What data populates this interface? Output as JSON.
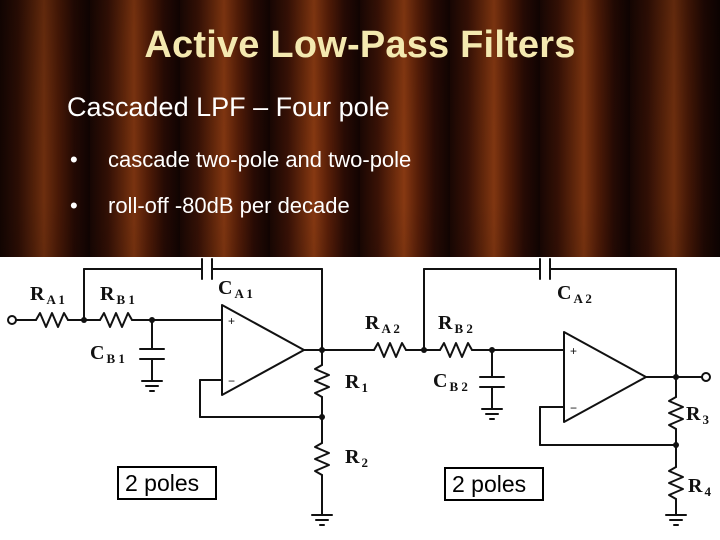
{
  "slide": {
    "title": "Active Low-Pass Filters",
    "subtitle": "Cascaded LPF – Four pole",
    "bullets": [
      "cascade two-pole and two-pole",
      "roll-off -80dB per decade"
    ],
    "bullet_symbol": "•"
  },
  "diagram": {
    "components": {
      "RA1": {
        "main": "R",
        "sub": "A 1"
      },
      "RB1": {
        "main": "R",
        "sub": "B 1"
      },
      "CA1": {
        "main": "C",
        "sub": "A 1"
      },
      "CB1": {
        "main": "C",
        "sub": "B 1"
      },
      "RA2": {
        "main": "R",
        "sub": "A 2"
      },
      "RB2": {
        "main": "R",
        "sub": "B 2"
      },
      "CA2": {
        "main": "C",
        "sub": "A 2"
      },
      "CB2": {
        "main": "C",
        "sub": "B 2"
      },
      "R1": {
        "main": "R",
        "sub": "1"
      },
      "R2": {
        "main": "R",
        "sub": "2"
      },
      "R3": {
        "main": "R",
        "sub": "3"
      },
      "R4": {
        "main": "R",
        "sub": "4"
      }
    },
    "opamp_plus": "+",
    "opamp_minus": "−",
    "stage_labels": [
      "2 poles",
      "2 poles"
    ]
  }
}
